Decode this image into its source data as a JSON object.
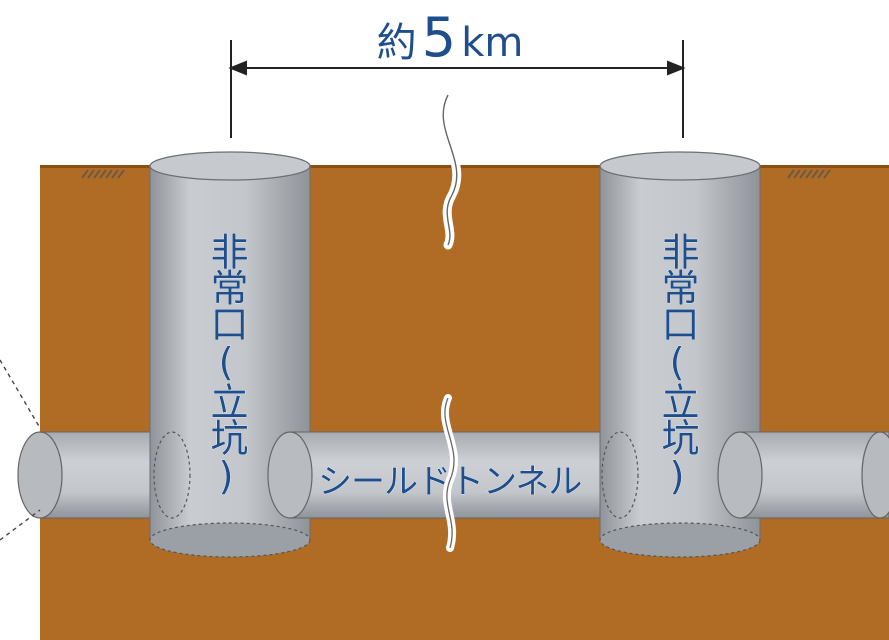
{
  "distance": {
    "prefix": "約",
    "number": "5",
    "unit": "km"
  },
  "shafts": [
    {
      "label": "非常口(立坑)"
    },
    {
      "label": "非常口(立坑)"
    }
  ],
  "tunnel": {
    "label": "シールドトンネル"
  },
  "colors": {
    "ground": "#b06b24",
    "ground_edge": "#8a4f12",
    "concrete": "#c0c3c7",
    "concrete_dark": "#9ea3a9",
    "text": "#1f4e8c"
  }
}
